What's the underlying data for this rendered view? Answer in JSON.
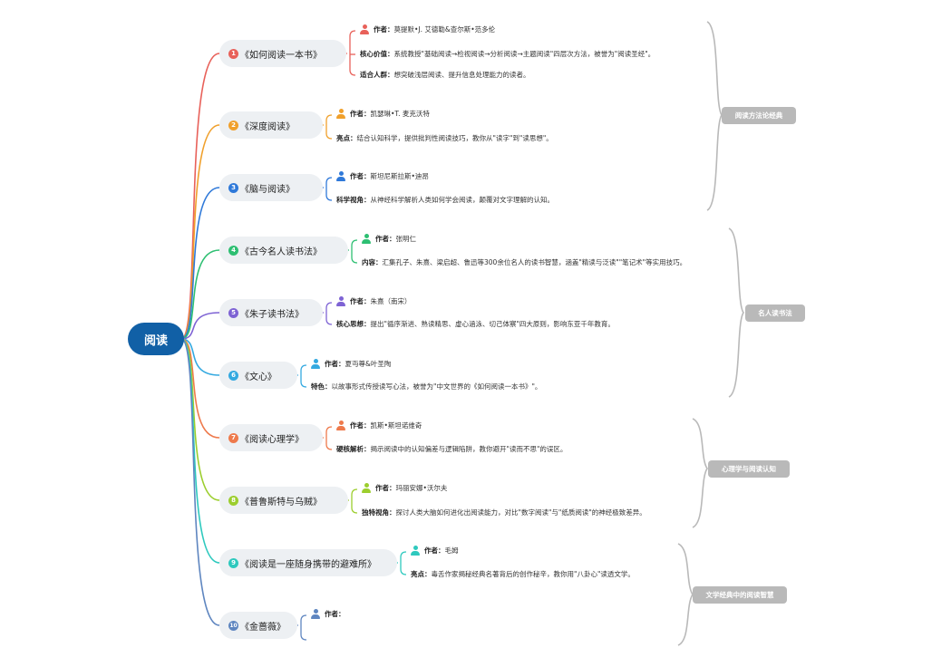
{
  "root": {
    "label": "阅读"
  },
  "books": [
    {
      "num": "1",
      "title": "《如何阅读一本书》",
      "color": "#e8615a",
      "author_label": "作者：",
      "author": "莫提默•J. 艾德勒&查尔斯•范多伦",
      "details": [
        {
          "label": "核心价值：",
          "text": "系统教授\"基础阅读→检视阅读→分析阅读→主题阅读\"四层次方法，被誉为\"阅读圣经\"。"
        },
        {
          "label": "适合人群：",
          "text": "想突破浅层阅读、提升信息处理能力的读者。"
        }
      ]
    },
    {
      "num": "2",
      "title": "《深度阅读》",
      "color": "#f0a02c",
      "author_label": "作者：",
      "author": "凯瑟琳•T. 麦克沃特",
      "details": [
        {
          "label": "亮点：",
          "text": "结合认知科学，提供批判性阅读技巧，教你从\"读字\"到\"读思想\"。"
        }
      ]
    },
    {
      "num": "3",
      "title": "《脑与阅读》",
      "color": "#2f79d9",
      "author_label": "作者：",
      "author": "斯坦尼斯拉斯•迪昂",
      "details": [
        {
          "label": "科学视角：",
          "text": "从神经科学解析人类如何学会阅读，颠覆对文字理解的认知。"
        }
      ]
    },
    {
      "num": "4",
      "title": "《古今名人读书法》",
      "color": "#2ebf72",
      "author_label": "作者：",
      "author": "张明仁",
      "details": [
        {
          "label": "内容：",
          "text": "汇集孔子、朱熹、梁启超、鲁迅等300余位名人的读书智慧，涵盖\"精读与泛读\"\"笔记术\"等实用技巧。"
        }
      ]
    },
    {
      "num": "5",
      "title": "《朱子读书法》",
      "color": "#7e63d4",
      "author_label": "作者：",
      "author": "朱熹（南宋）",
      "details": [
        {
          "label": "核心思想：",
          "text": "提出\"循序渐进、熟读精思、虚心涵泳、切己体察\"四大原则，影响东亚千年教育。"
        }
      ]
    },
    {
      "num": "6",
      "title": "《文心》",
      "color": "#34a9e0",
      "author_label": "作者：",
      "author": "夏丏尊&叶圣陶",
      "details": [
        {
          "label": "特色：",
          "text": "以故事形式传授读写心法，被誉为\"中文世界的《如何阅读一本书》\"。"
        }
      ]
    },
    {
      "num": "7",
      "title": "《阅读心理学》",
      "color": "#ee7a4c",
      "author_label": "作者：",
      "author": "凯斯•斯坦诺维奇",
      "details": [
        {
          "label": "硬核解析：",
          "text": "揭示阅读中的认知偏差与逻辑陷阱，教你避开\"读而不思\"的误区。"
        }
      ]
    },
    {
      "num": "8",
      "title": "《普鲁斯特与乌贼》",
      "color": "#9cce2e",
      "author_label": "作者：",
      "author": "玛丽安娜•沃尔夫",
      "details": [
        {
          "label": "独特视角：",
          "text": "探讨人类大脑如何进化出阅读能力，对比\"数字阅读\"与\"纸质阅读\"的神经极致差异。"
        }
      ]
    },
    {
      "num": "9",
      "title": "《阅读是一座随身携带的避难所》",
      "color": "#2ec9be",
      "author_label": "作者：",
      "author": "毛姆",
      "details": [
        {
          "label": "亮点：",
          "text": "毒舌作家揭秘经典名著背后的创作秘辛，教你用\"八卦心\"读透文学。"
        }
      ]
    },
    {
      "num": "10",
      "title": "《金蔷薇》",
      "color": "#5f86c0",
      "author_label": "作者：",
      "author": "",
      "details": []
    }
  ],
  "categories": [
    {
      "label": "阅读方法论经典"
    },
    {
      "label": "名人读书法"
    },
    {
      "label": "心理学与阅读认知"
    },
    {
      "label": "文学经典中的阅读智慧"
    }
  ]
}
